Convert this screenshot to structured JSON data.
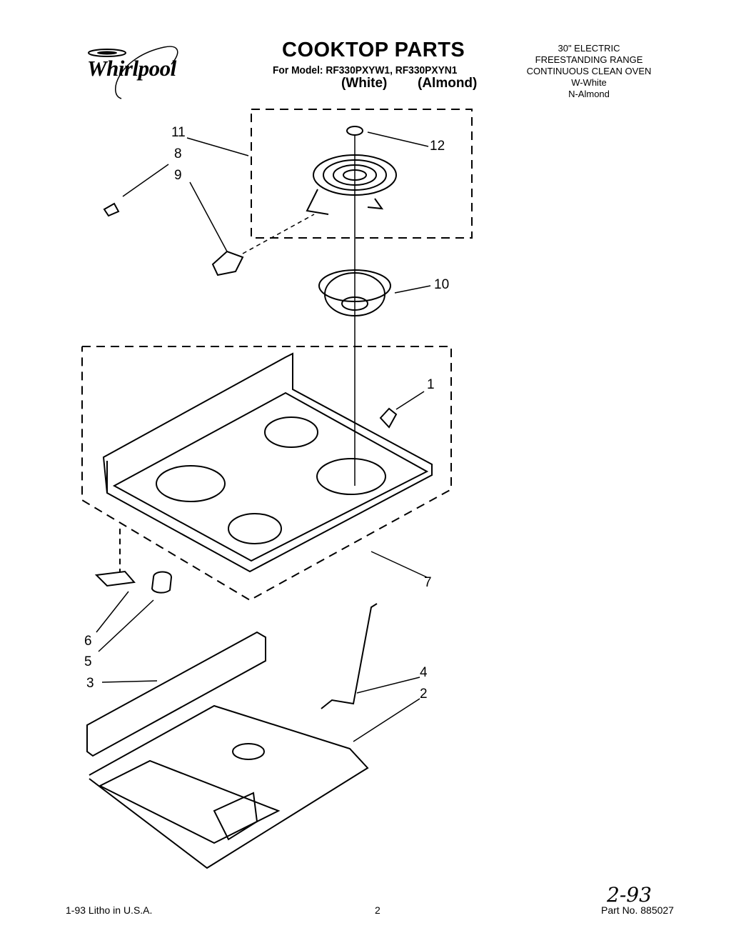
{
  "brand": "Whirlpool",
  "header": {
    "title": "COOKTOP PARTS",
    "models": "For Model: RF330PXYW1, RF330PXYN1",
    "variant_white": "(White)",
    "variant_almond": "(Almond)"
  },
  "spec_block": {
    "line1": "30\" ELECTRIC",
    "line2": "FREESTANDING RANGE",
    "line3": "CONTINUOUS CLEAN OVEN",
    "line4": "W-White",
    "line5": "N-Almond"
  },
  "callouts": [
    "1",
    "2",
    "3",
    "4",
    "5",
    "6",
    "7",
    "8",
    "9",
    "10",
    "11",
    "12"
  ],
  "footer": {
    "litho": "1-93 Litho in U.S.A.",
    "page": "2",
    "handwritten_date": "2-93",
    "part_number": "Part No. 885027"
  }
}
